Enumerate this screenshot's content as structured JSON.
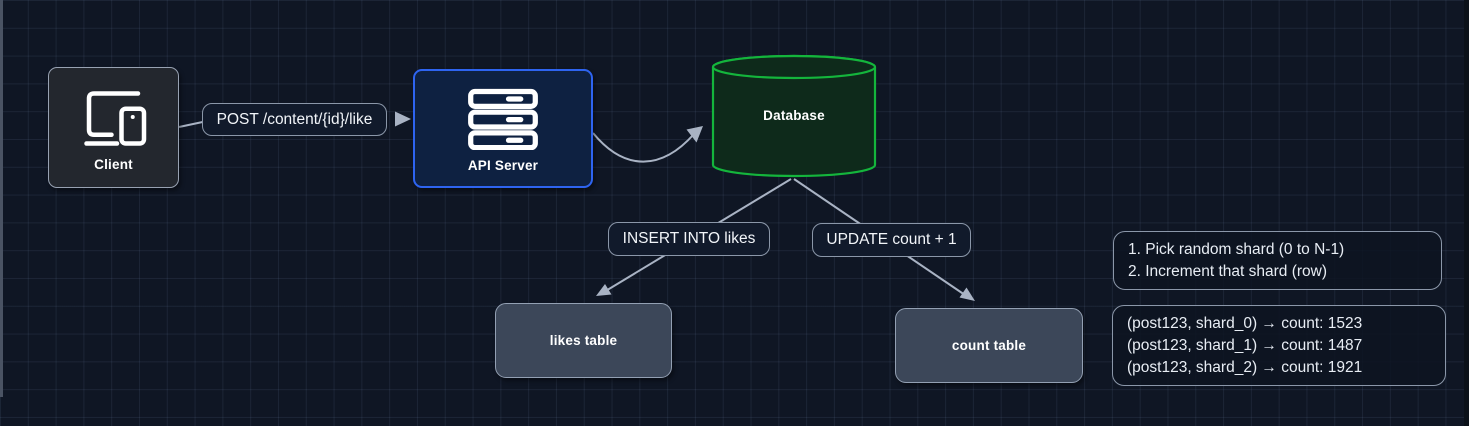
{
  "diagram": {
    "nodes": {
      "client": {
        "label": "Client"
      },
      "api_server": {
        "label": "API Server"
      },
      "database": {
        "label": "Database"
      },
      "likes_table": {
        "label": "likes table"
      },
      "count_table": {
        "label": "count table"
      }
    },
    "edge_labels": {
      "post": "POST /content/{id}/like",
      "insert": "INSERT INTO likes",
      "update": "UPDATE count + 1"
    },
    "notes": {
      "shard_algorithm": {
        "lines": [
          "1. Pick random shard (0 to N-1)",
          "2. Increment that shard (row)"
        ]
      },
      "shard_counts": {
        "lines": [
          "(post123, shard_0) → count: 1523",
          "(post123, shard_1) → count: 1487",
          "(post123, shard_2) → count: 1921"
        ]
      }
    },
    "icons": {
      "client": "monitor-smartphone-icon",
      "api_server": "server-stack-icon",
      "database": "cylinder-shape"
    },
    "colors": {
      "background": "#0f1624",
      "api_border_blue": "#2e64f0",
      "database_green": "#14b53c",
      "table_slate": "#3c4759",
      "edge_gray": "#a9b3c4",
      "client_fill": "#23272e"
    }
  }
}
